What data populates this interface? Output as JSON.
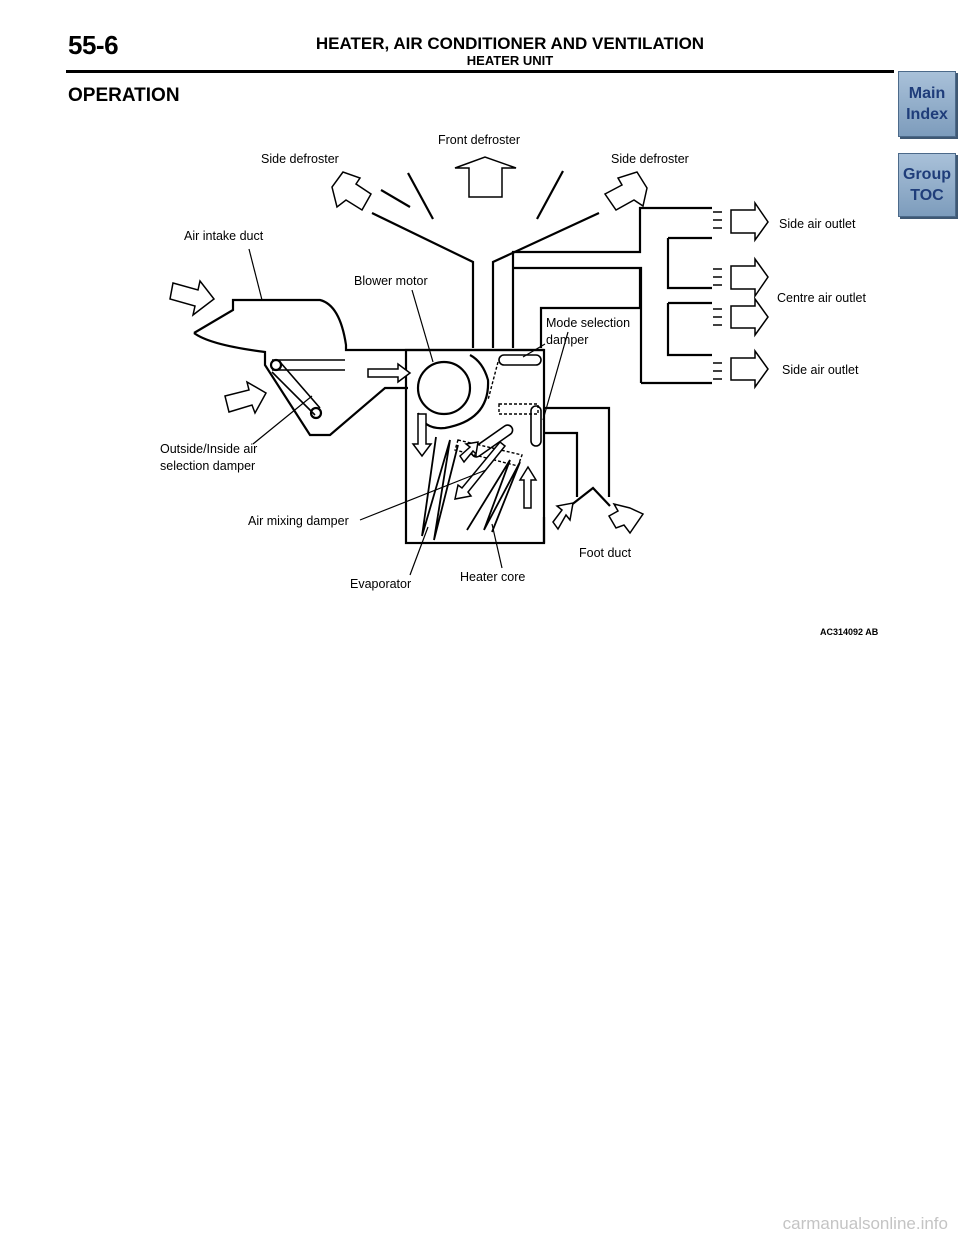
{
  "header": {
    "page_number": "55-6",
    "chapter_title": "HEATER, AIR CONDITIONER AND VENTILATION",
    "section_title": "HEATER UNIT"
  },
  "heading": "OPERATION",
  "nav": {
    "main_index": [
      "Main",
      "Index"
    ],
    "group_toc": [
      "Group",
      "TOC"
    ]
  },
  "diagram": {
    "labels": {
      "front_defroster": "Front defroster",
      "side_defroster_left": "Side defroster",
      "side_defroster_right": "Side defroster",
      "air_intake_duct": "Air intake duct",
      "blower_motor": "Blower motor",
      "mode_selection_damper": [
        "Mode selection",
        "damper"
      ],
      "side_air_outlet_top": "Side air outlet",
      "centre_air_outlet": "Centre air outlet",
      "side_air_outlet_bottom": "Side air outlet",
      "outside_inside_damper": [
        "Outside/Inside air",
        "selection damper"
      ],
      "air_mixing_damper": "Air mixing damper",
      "foot_duct": "Foot duct",
      "evaporator": "Evaporator",
      "heater_core": "Heater core"
    },
    "figure_id": "AC314092 AB"
  },
  "footer": "carmanualsonline.info"
}
